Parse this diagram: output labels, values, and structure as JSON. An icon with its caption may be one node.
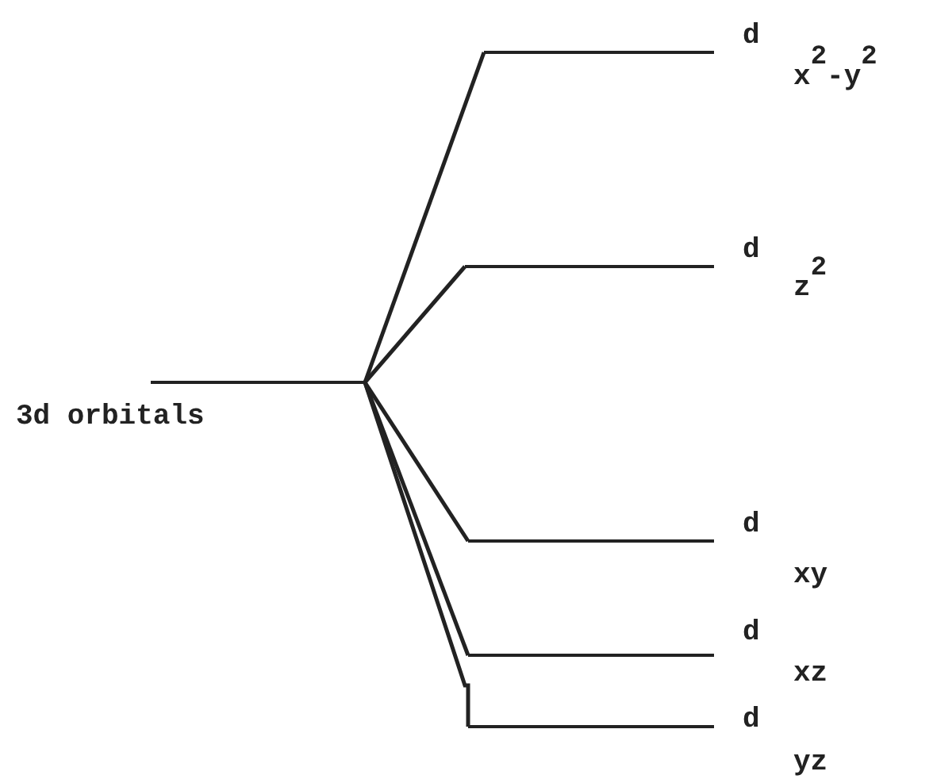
{
  "diagram": {
    "nodes": [
      {
        "text": [
          "3d orbitals"
        ]
      },
      {
        "text": [
          "d",
          "x$^{2}$-y$^{2}$"
        ]
      },
      {
        "text": [
          "d",
          "z$^{2}$"
        ]
      },
      {
        "text": [
          "d",
          "xy"
        ]
      },
      {
        "text": [
          "d",
          "xz"
        ]
      },
      {
        "text": [
          "d",
          "yz"
        ]
      }
    ],
    "edges": [
      {
        "from": 0,
        "to": 1,
        "arrow": "none"
      },
      {
        "from": 0,
        "to": 2,
        "arrow": "none"
      },
      {
        "from": 0,
        "to": 3,
        "arrow": "none"
      },
      {
        "from": 0,
        "to": 4,
        "arrow": "none"
      },
      {
        "from": 0,
        "to": 5,
        "arrow": "none"
      }
    ]
  }
}
